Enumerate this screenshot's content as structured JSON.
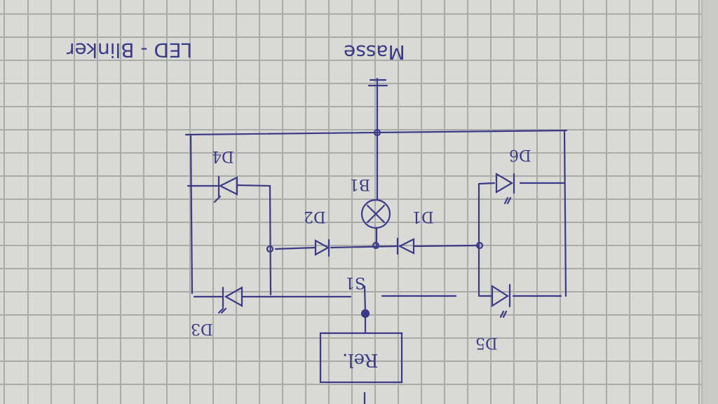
{
  "title": "LED - Blinker",
  "ground_label": "Masse",
  "components": {
    "lamp": "B1",
    "switch": "S1",
    "relay": "Rel.",
    "diodes": [
      "D1",
      "D2",
      "D3",
      "D4",
      "D5",
      "D6"
    ]
  },
  "colors": {
    "ink": "#3b3a86",
    "paper": "#d9d9d5",
    "grid": "#a9aba8"
  }
}
